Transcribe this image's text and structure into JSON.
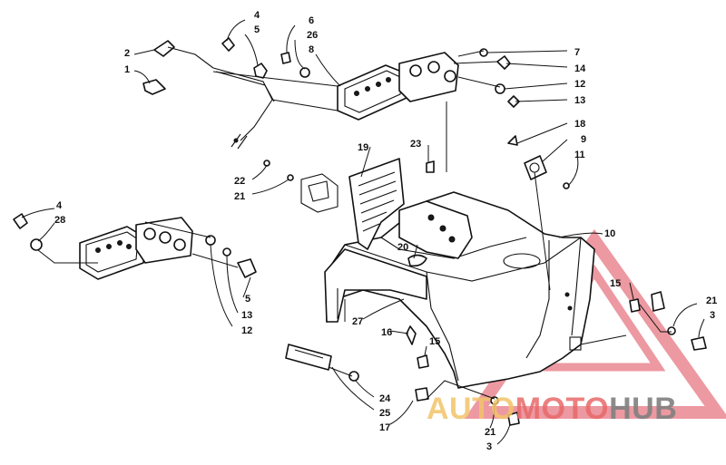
{
  "watermark": {
    "brand_a": "AUTO",
    "brand_b": "MOTO",
    "brand_c": "HUB",
    "color_a": "#f2c46b",
    "color_b": "#e86a6a",
    "color_c": "#808080",
    "triangle_color": "#e8808a"
  },
  "callouts": {
    "c1": "1",
    "c2": "2",
    "c3a": "3",
    "c3b": "3",
    "c4a": "4",
    "c4b": "4",
    "c5a": "5",
    "c5b": "5",
    "c6": "6",
    "c7": "7",
    "c8": "8",
    "c9": "9",
    "c10": "10",
    "c11": "11",
    "c12a": "12",
    "c12b": "12",
    "c13a": "13",
    "c13b": "13",
    "c14": "14",
    "c15a": "15",
    "c15b": "15",
    "c16": "16",
    "c17": "17",
    "c18": "18",
    "c19": "19",
    "c20": "20",
    "c21a": "21",
    "c21b": "21",
    "c21c": "21",
    "c22": "22",
    "c23": "23",
    "c24": "24",
    "c25": "25",
    "c26": "26",
    "c27": "27",
    "c28": "28"
  }
}
